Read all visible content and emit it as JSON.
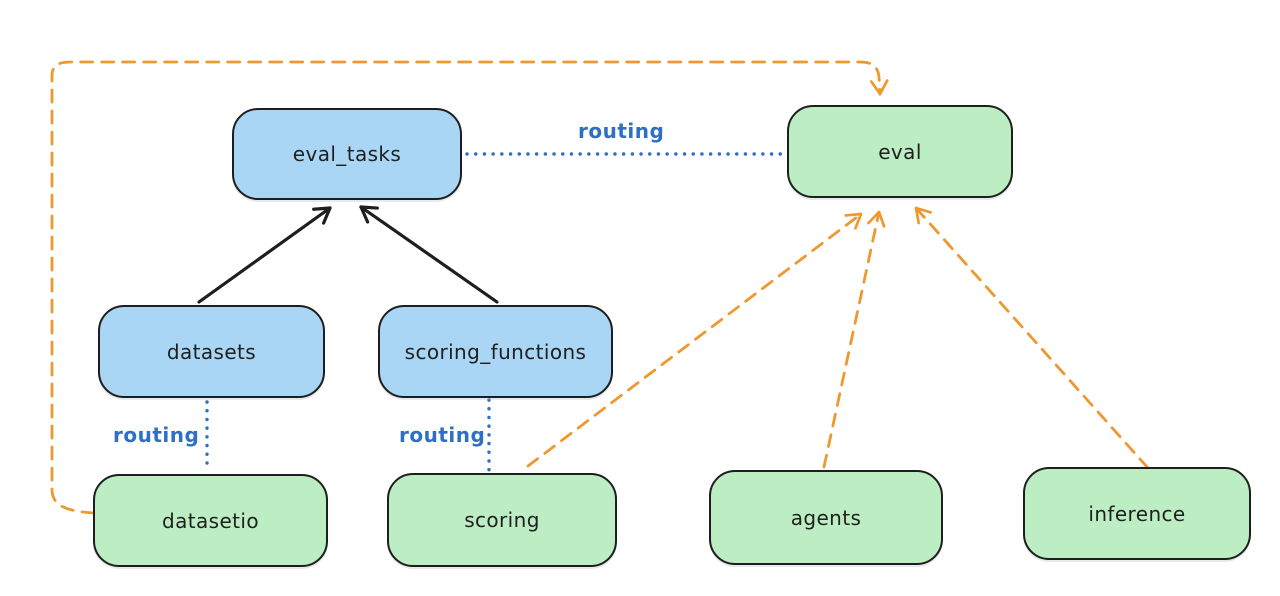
{
  "colors": {
    "bg": "#ffffff",
    "stroke": "#1e1e1e",
    "blue-fill": "#a9d6f5",
    "green-fill": "#bdeec3",
    "orange": "#ee9830",
    "blue": "#2f6fc5",
    "text": "#1f1f1f"
  },
  "nodes": {
    "eval_tasks": {
      "label": "eval_tasks",
      "type": "blue"
    },
    "eval": {
      "label": "eval",
      "type": "green"
    },
    "datasets": {
      "label": "datasets",
      "type": "blue"
    },
    "scoring_functions": {
      "label": "scoring_functions",
      "type": "blue"
    },
    "datasetio": {
      "label": "datasetio",
      "type": "green"
    },
    "scoring": {
      "label": "scoring",
      "type": "green"
    },
    "agents": {
      "label": "agents",
      "type": "green"
    },
    "inference": {
      "label": "inference",
      "type": "green"
    }
  },
  "edge_labels": {
    "eval_tasks_to_eval": "routing",
    "datasets_to_datasetio": "routing",
    "scoring_functions_to_scoring": "routing"
  },
  "edges": [
    {
      "from": "datasets",
      "to": "eval_tasks",
      "style": "solid-arrow"
    },
    {
      "from": "scoring_functions",
      "to": "eval_tasks",
      "style": "solid-arrow"
    },
    {
      "from": "eval_tasks",
      "to": "eval",
      "style": "dotted",
      "label": "routing"
    },
    {
      "from": "datasets",
      "to": "datasetio",
      "style": "dotted",
      "label": "routing"
    },
    {
      "from": "scoring_functions",
      "to": "scoring",
      "style": "dotted",
      "label": "routing"
    },
    {
      "from": "datasetio",
      "to": "eval",
      "style": "dashed-arrow"
    },
    {
      "from": "scoring",
      "to": "eval",
      "style": "dashed-arrow"
    },
    {
      "from": "agents",
      "to": "eval",
      "style": "dashed-arrow"
    },
    {
      "from": "inference",
      "to": "eval",
      "style": "dashed-arrow"
    }
  ]
}
